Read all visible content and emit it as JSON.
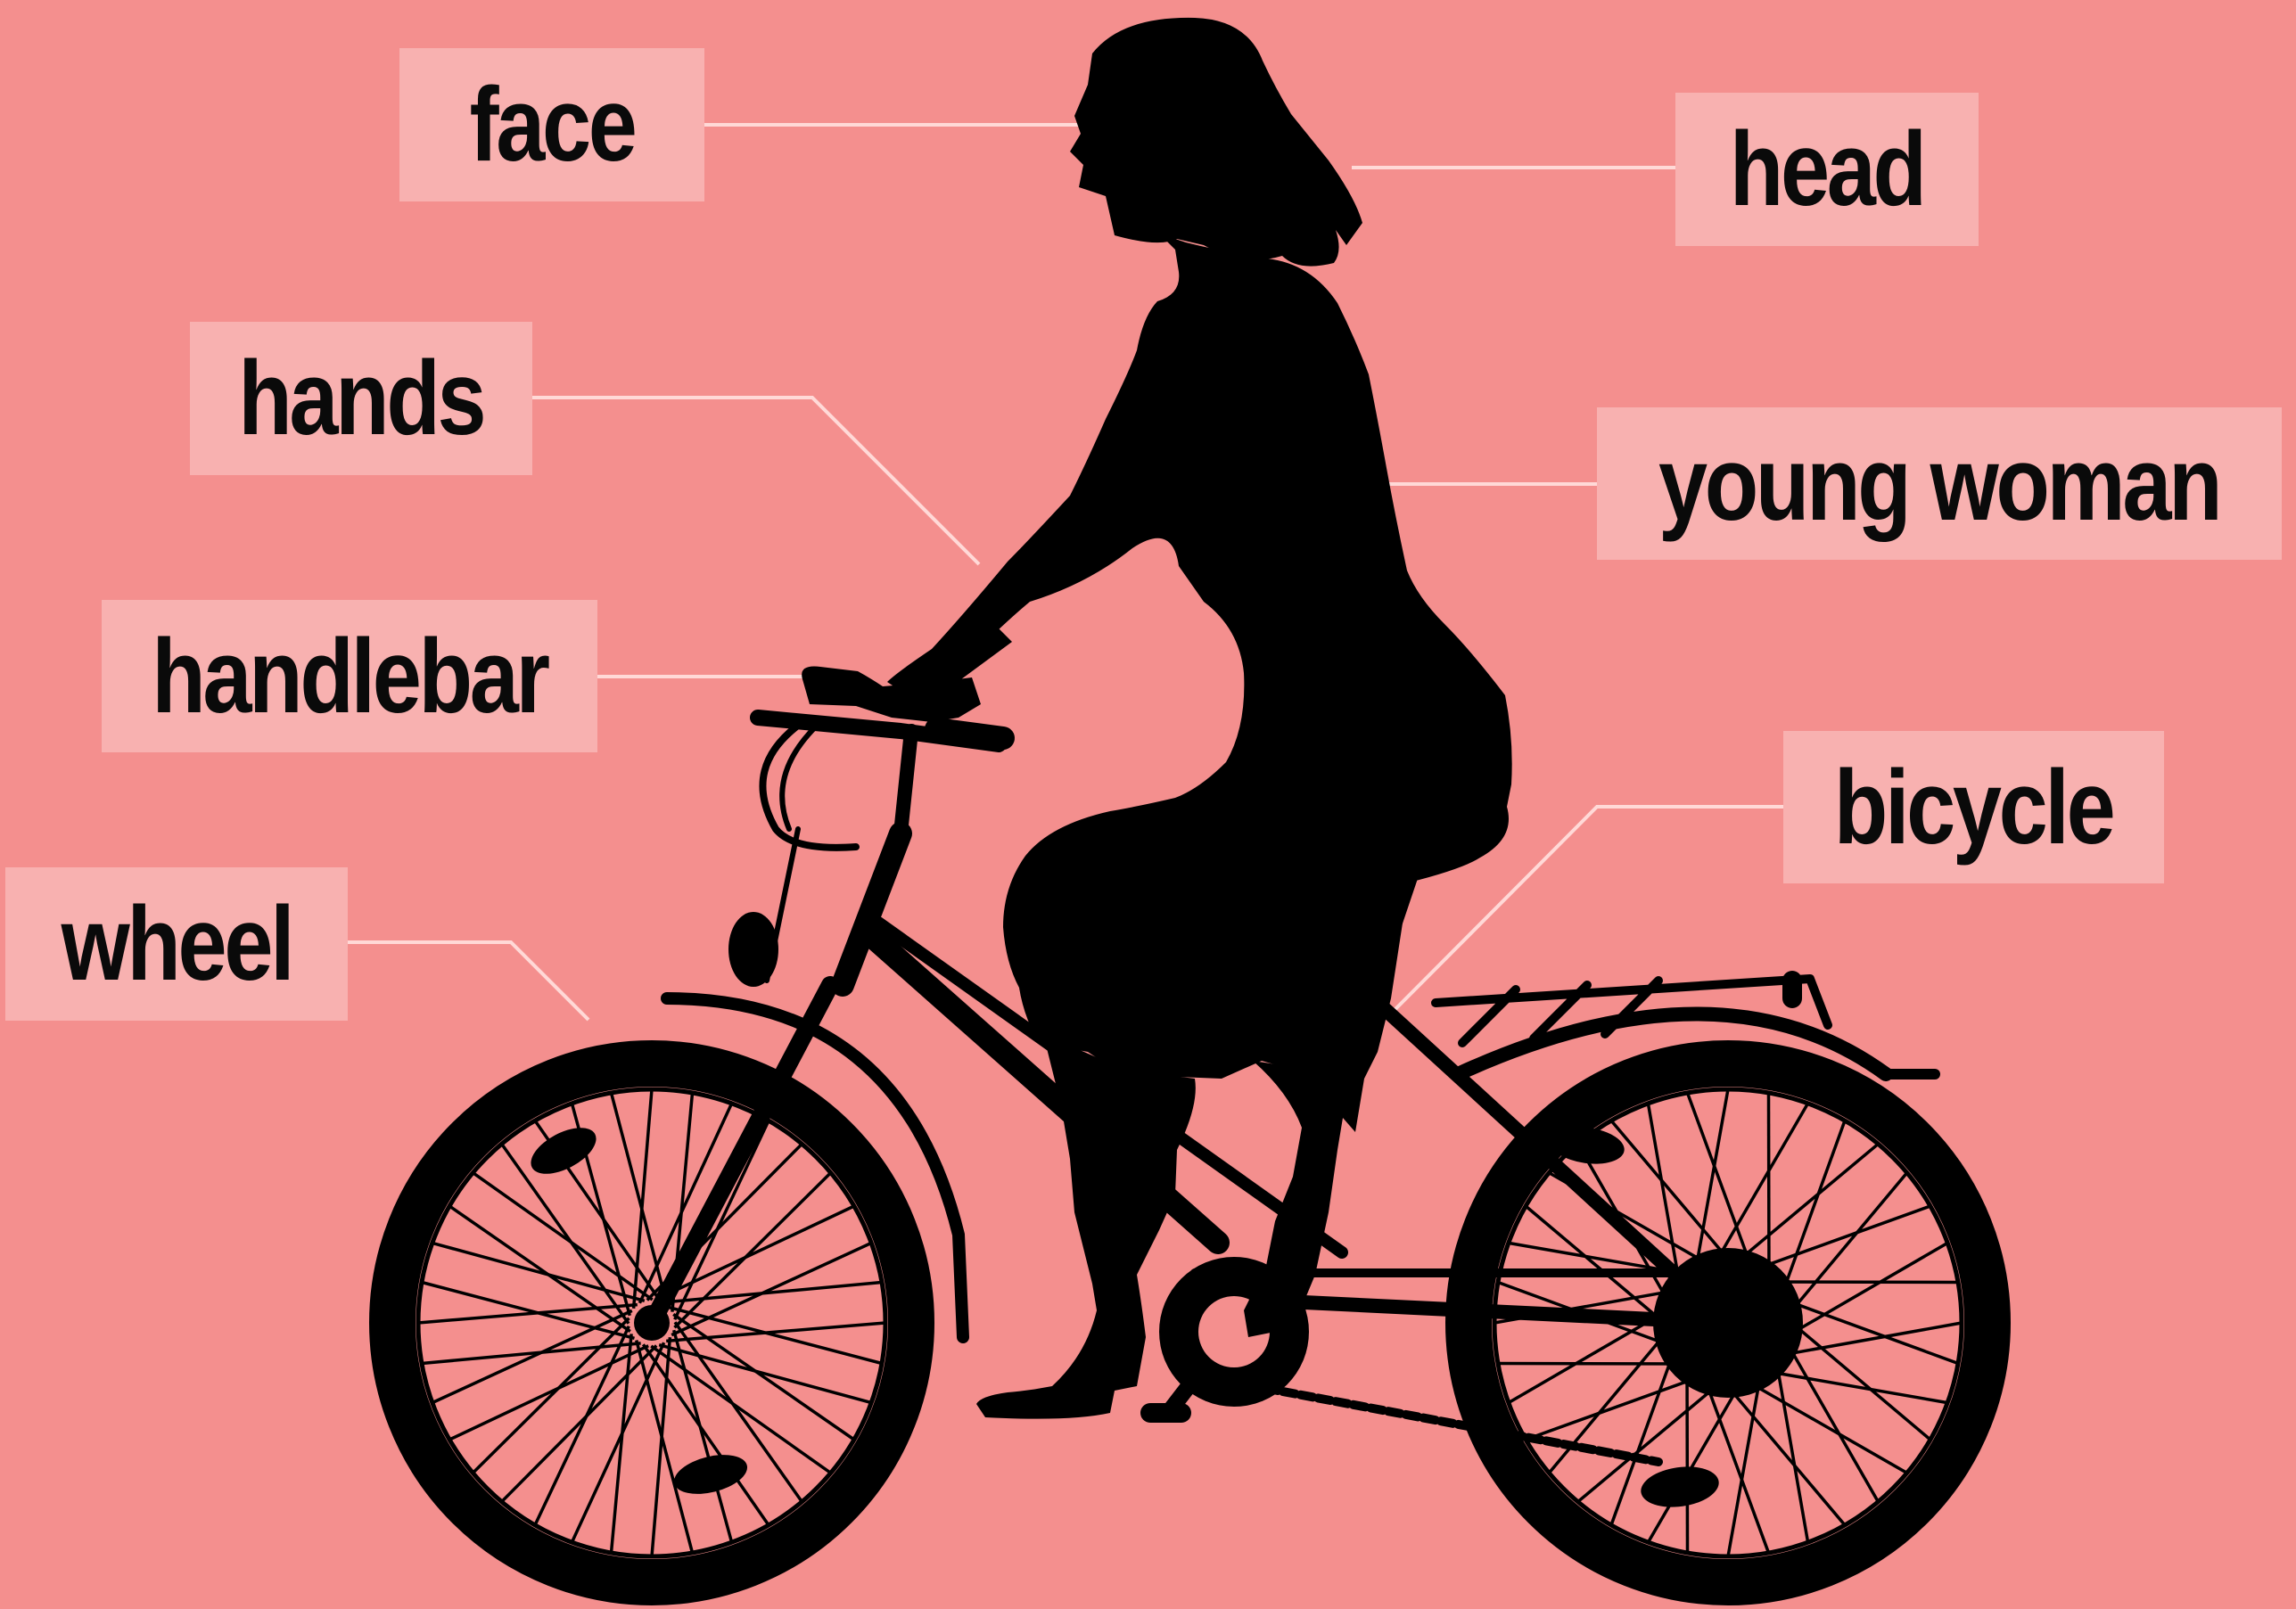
{
  "colors": {
    "background": "#f48f8e",
    "label_box": "#f8b1b0",
    "leader_line": "#ffd9d7",
    "silhouette": "#000000"
  },
  "labels": {
    "face": "face",
    "head": "head",
    "hands": "hands",
    "young_woman": "young woman",
    "handlebar": "handlebar",
    "bicycle": "bicycle",
    "wheel": "wheel"
  }
}
